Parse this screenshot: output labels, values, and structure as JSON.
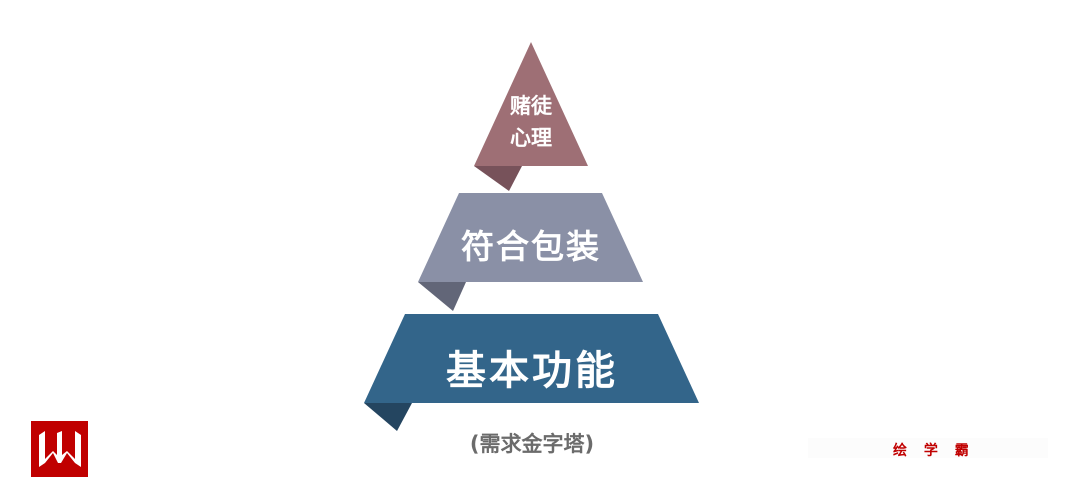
{
  "pyramid": {
    "levels": [
      {
        "label_line1": "赌徒",
        "label_line2": "心理",
        "color": "#9e6f75",
        "fold_color": "#77525a"
      },
      {
        "label": "符合包装",
        "color": "#8a90a6",
        "fold_color": "#626678"
      },
      {
        "label": "基本功能",
        "color": "#33658a",
        "fold_color": "#244560"
      }
    ],
    "caption": "(需求金字塔)"
  },
  "logo": {
    "icon": "w-logo-icon",
    "color": "#c00000"
  },
  "brand": {
    "text": "绘 学 霸"
  }
}
